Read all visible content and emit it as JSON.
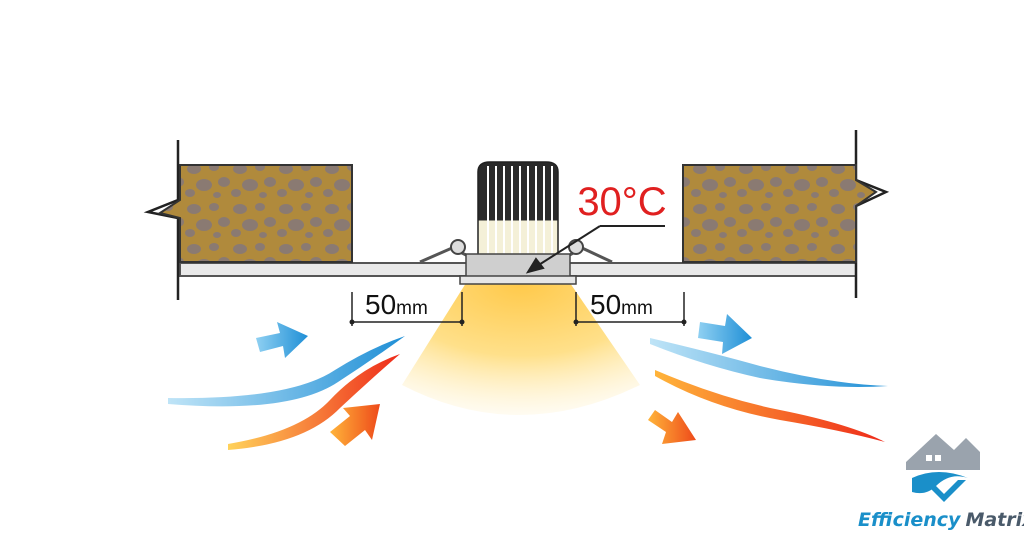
{
  "diagram": {
    "temperature_label": "30°C",
    "clearance_left": {
      "value": "50",
      "unit": "mm"
    },
    "clearance_right": {
      "value": "50",
      "unit": "mm"
    }
  },
  "brand": {
    "word1": "Efficiency",
    "word2": "Matrix",
    "color_word1": "#1a8fc9",
    "color_word2": "#4a5a6a"
  },
  "colors": {
    "temperature_text": "#e02020",
    "insulation": "#b08a3c",
    "insulation_spots": "#8a7a72",
    "cool_air": "#3ba3dc",
    "warm_air": "#f06a1c",
    "light_beam": "#ffd35a",
    "heatsink": "#2a2a2a"
  }
}
